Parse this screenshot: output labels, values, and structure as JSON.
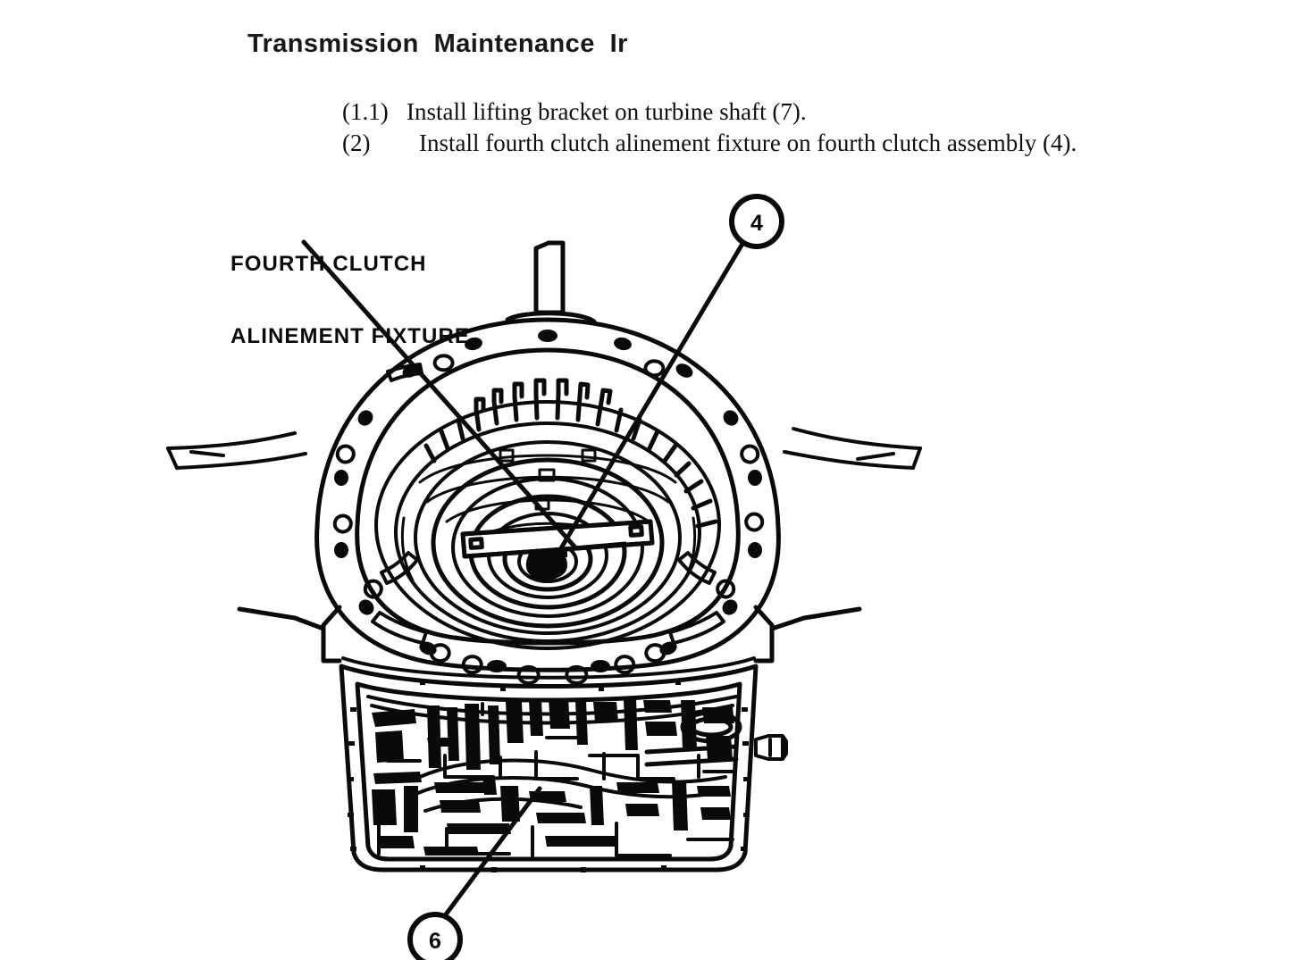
{
  "page": {
    "background_color": "#ffffff",
    "ink_color": "#0a0a0c"
  },
  "header": {
    "title": "Transmission  Maintenance  Ir"
  },
  "instructions": [
    {
      "number": "(1.1)",
      "text": "Install lifting bracket on turbine shaft (7)."
    },
    {
      "number": "(2)",
      "text": "Install fourth clutch alinement fixture on fourth clutch assembly (4)."
    }
  ],
  "figure": {
    "caption_label": {
      "line1": "FOURTH CLUTCH",
      "line2": "ALINEMENT FIXTURE"
    },
    "callouts": [
      {
        "id": "callout-4",
        "number": "4"
      },
      {
        "id": "callout-6",
        "number": "6"
      }
    ],
    "parts": [
      "bell-housing",
      "bolt-flange",
      "turbine-shaft-lug",
      "fourth-clutch-assembly",
      "alinement-fixture-bar",
      "valve-body",
      "oil-pan",
      "side-drain-plug"
    ]
  }
}
